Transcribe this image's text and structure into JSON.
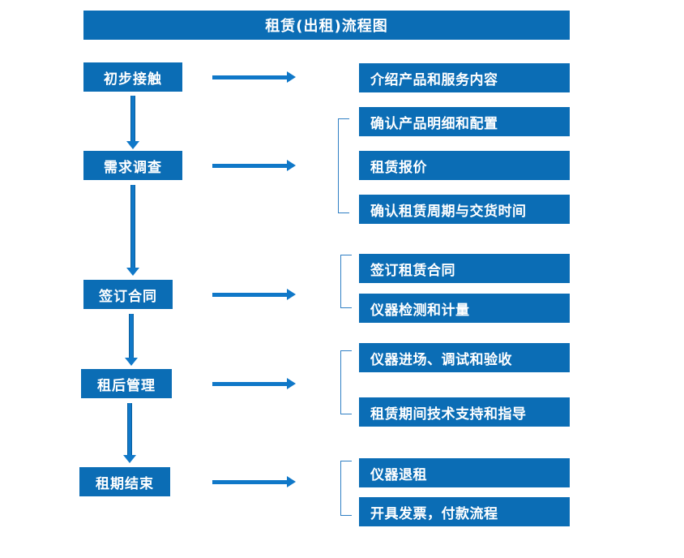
{
  "title": "租赁(出租)流程图",
  "colors": {
    "box_blue": "#0b6db5",
    "arrow_blue": "#1078c8",
    "bracket_blue": "#2f7fc4",
    "text_white": "#ffffff",
    "background": "#ffffff"
  },
  "stages": [
    {
      "label": "初步接触"
    },
    {
      "label": "需求调查"
    },
    {
      "label": "签订合同"
    },
    {
      "label": "租后管理"
    },
    {
      "label": "租期结束"
    }
  ],
  "detail_groups": [
    {
      "stage": "初步接触",
      "bracketed": false,
      "items": [
        {
          "label": "介绍产品和服务内容"
        }
      ]
    },
    {
      "stage": "需求调查",
      "bracketed": true,
      "items": [
        {
          "label": "确认产品明细和配置"
        },
        {
          "label": "租赁报价"
        },
        {
          "label": "确认租赁周期与交货时间"
        }
      ]
    },
    {
      "stage": "签订合同",
      "bracketed": true,
      "items": [
        {
          "label": "签订租赁合同"
        },
        {
          "label": "仪器检测和计量"
        }
      ]
    },
    {
      "stage": "租后管理",
      "bracketed": true,
      "items": [
        {
          "label": "仪器进场、调试和验收"
        },
        {
          "label": "租赁期间技术支持和指导"
        }
      ]
    },
    {
      "stage": "租期结束",
      "bracketed": true,
      "items": [
        {
          "label": "仪器退租"
        },
        {
          "label": "开具发票，付款流程"
        }
      ]
    }
  ]
}
